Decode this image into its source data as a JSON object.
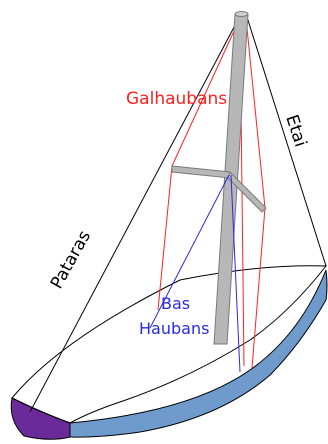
{
  "labels": {
    "galhaubans": "Galhaubans",
    "etai": "Etai",
    "pataras": "Pataras",
    "bas": "Bas",
    "haubans": "Haubans"
  },
  "colors": {
    "galhaubans": "#ff2020",
    "bas_haubans": "#2a2ae0",
    "rigging": "#000000",
    "mast": "#b7b7b7",
    "hull_side": "#6e9bcc",
    "stern": "#6a2a9a"
  }
}
